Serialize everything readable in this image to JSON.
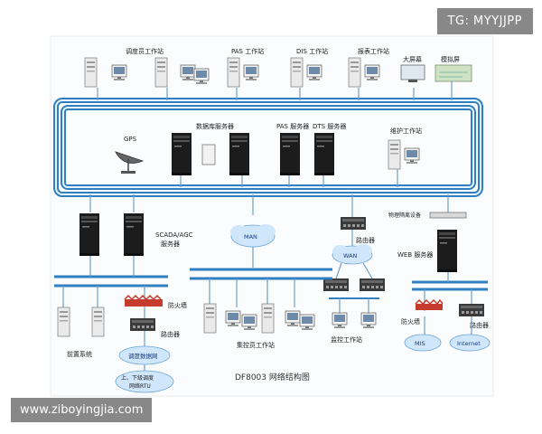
{
  "watermarks": {
    "top_right": "TG: MYYJJPP",
    "bottom_left": "www.ziboyingjia.com"
  },
  "title": "DF8003 网络结构图",
  "labels": {
    "dispatcher_ws": "调度员工作站",
    "pas_ws": "PAS 工作站",
    "dis_ws": "DIS 工作站",
    "report_ws": "报表工作站",
    "big_screen": "大屏幕",
    "mimic_panel": "模拟屏",
    "gps": "GPS",
    "db_server": "数据库服务器",
    "pas_server": "PAS 服务器",
    "dts_server": "DTS 服务器",
    "maint_ws": "维护工作站",
    "scada_server": "SCADA/AGC\n服务器",
    "man": "MAN",
    "router_top": "路由器",
    "wan": "WAN",
    "isolation": "物理隔离设备",
    "web_server": "WEB 服务器",
    "firewall_left": "防火墙",
    "router_left": "路由器",
    "front_end": "前置系统",
    "dispatch_net": "调度数据网",
    "rtu_net": "上、下级调度\n网络RTU",
    "centralized_ws": "集控员工作站",
    "monitor_ws": "监控工作站",
    "firewall_right": "防火墙",
    "router_right": "路由器",
    "mis": "MIS",
    "internet": "Internet"
  },
  "colors": {
    "bus": "#2f7fc1",
    "bus_light": "#d6ecfa",
    "cloud": "#cfe6fb",
    "server": "#1e1e1e"
  }
}
